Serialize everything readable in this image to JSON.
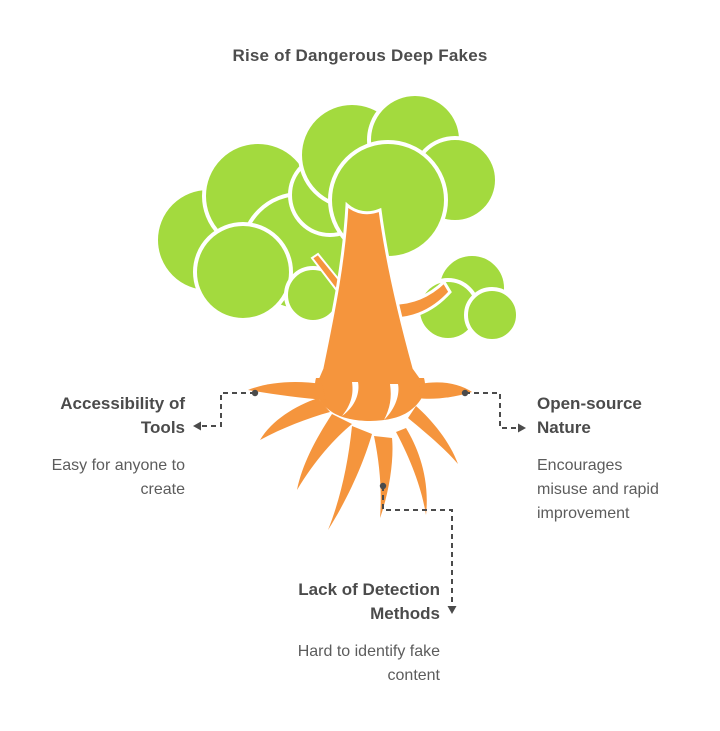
{
  "title": "Rise of Dangerous Deep Fakes",
  "colors": {
    "background": "#FFFFFF",
    "canopy_green": "#A3DA3E",
    "trunk_orange": "#F5953D",
    "heading_text": "#4B4B4B",
    "body_text": "#5C5C5C",
    "connector": "#4B4B4B"
  },
  "illustration": {
    "name": "tree-with-roots",
    "description": "stylized tree: green cloud canopy, orange trunk and spreading roots"
  },
  "factors": [
    {
      "id": "accessibility-of-tools",
      "position": "left",
      "heading": "Accessibility of Tools",
      "description": "Easy for anyone to create"
    },
    {
      "id": "open-source-nature",
      "position": "right",
      "heading": "Open-source Nature",
      "description": "Encourages misuse and rapid improvement"
    },
    {
      "id": "lack-of-detection-methods",
      "position": "bottom",
      "heading": "Lack of Detection Methods",
      "description": "Hard to identify fake content"
    }
  ]
}
